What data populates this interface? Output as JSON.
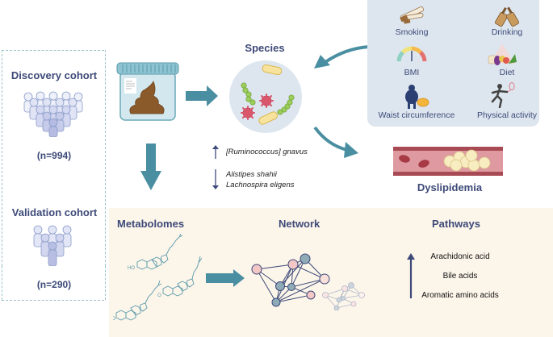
{
  "cohorts": {
    "discovery": {
      "title": "Discovery cohort",
      "n": "(n=994)"
    },
    "validation": {
      "title": "Validation cohort",
      "n": "(n=290)"
    }
  },
  "species": {
    "title": "Species",
    "up_arrow_icon": "arrow-up-icon",
    "down_arrow_icon": "arrow-down-icon",
    "increased": [
      "[Ruminococcus] gnavus"
    ],
    "decreased": [
      "Alistipes shahii",
      "Lachnospira eligens"
    ]
  },
  "lifestyle": {
    "items": [
      {
        "label": "Smoking",
        "icon": "cigarette-icon"
      },
      {
        "label": "Drinking",
        "icon": "bottles-icon"
      },
      {
        "label": "BMI",
        "icon": "gauge-icon"
      },
      {
        "label": "Diet",
        "icon": "food-pyramid-icon"
      },
      {
        "label": "Waist circumference",
        "icon": "obese-person-icon"
      },
      {
        "label": "Physical activity",
        "icon": "tennis-player-icon"
      }
    ]
  },
  "outcome": {
    "title": "Dyslipidemia"
  },
  "bottom": {
    "metabolomes_title": "Metabolomes",
    "network_title": "Network",
    "pathways_title": "Pathways",
    "pathways": [
      "Arachidonic acid",
      "Bile acids",
      "Aromatic amino acids"
    ],
    "molecule_labels": [
      "HO",
      "HO",
      "O"
    ]
  },
  "colors": {
    "title": "#3d4a78",
    "arrow": "#4a8fa1",
    "lifestyle_bg": "#dde6ef",
    "bottom_bg": "#fcf5ea",
    "stool": "#8b5a2b",
    "node_pink": "#f4c7c7",
    "node_blue": "#8fabb8"
  }
}
